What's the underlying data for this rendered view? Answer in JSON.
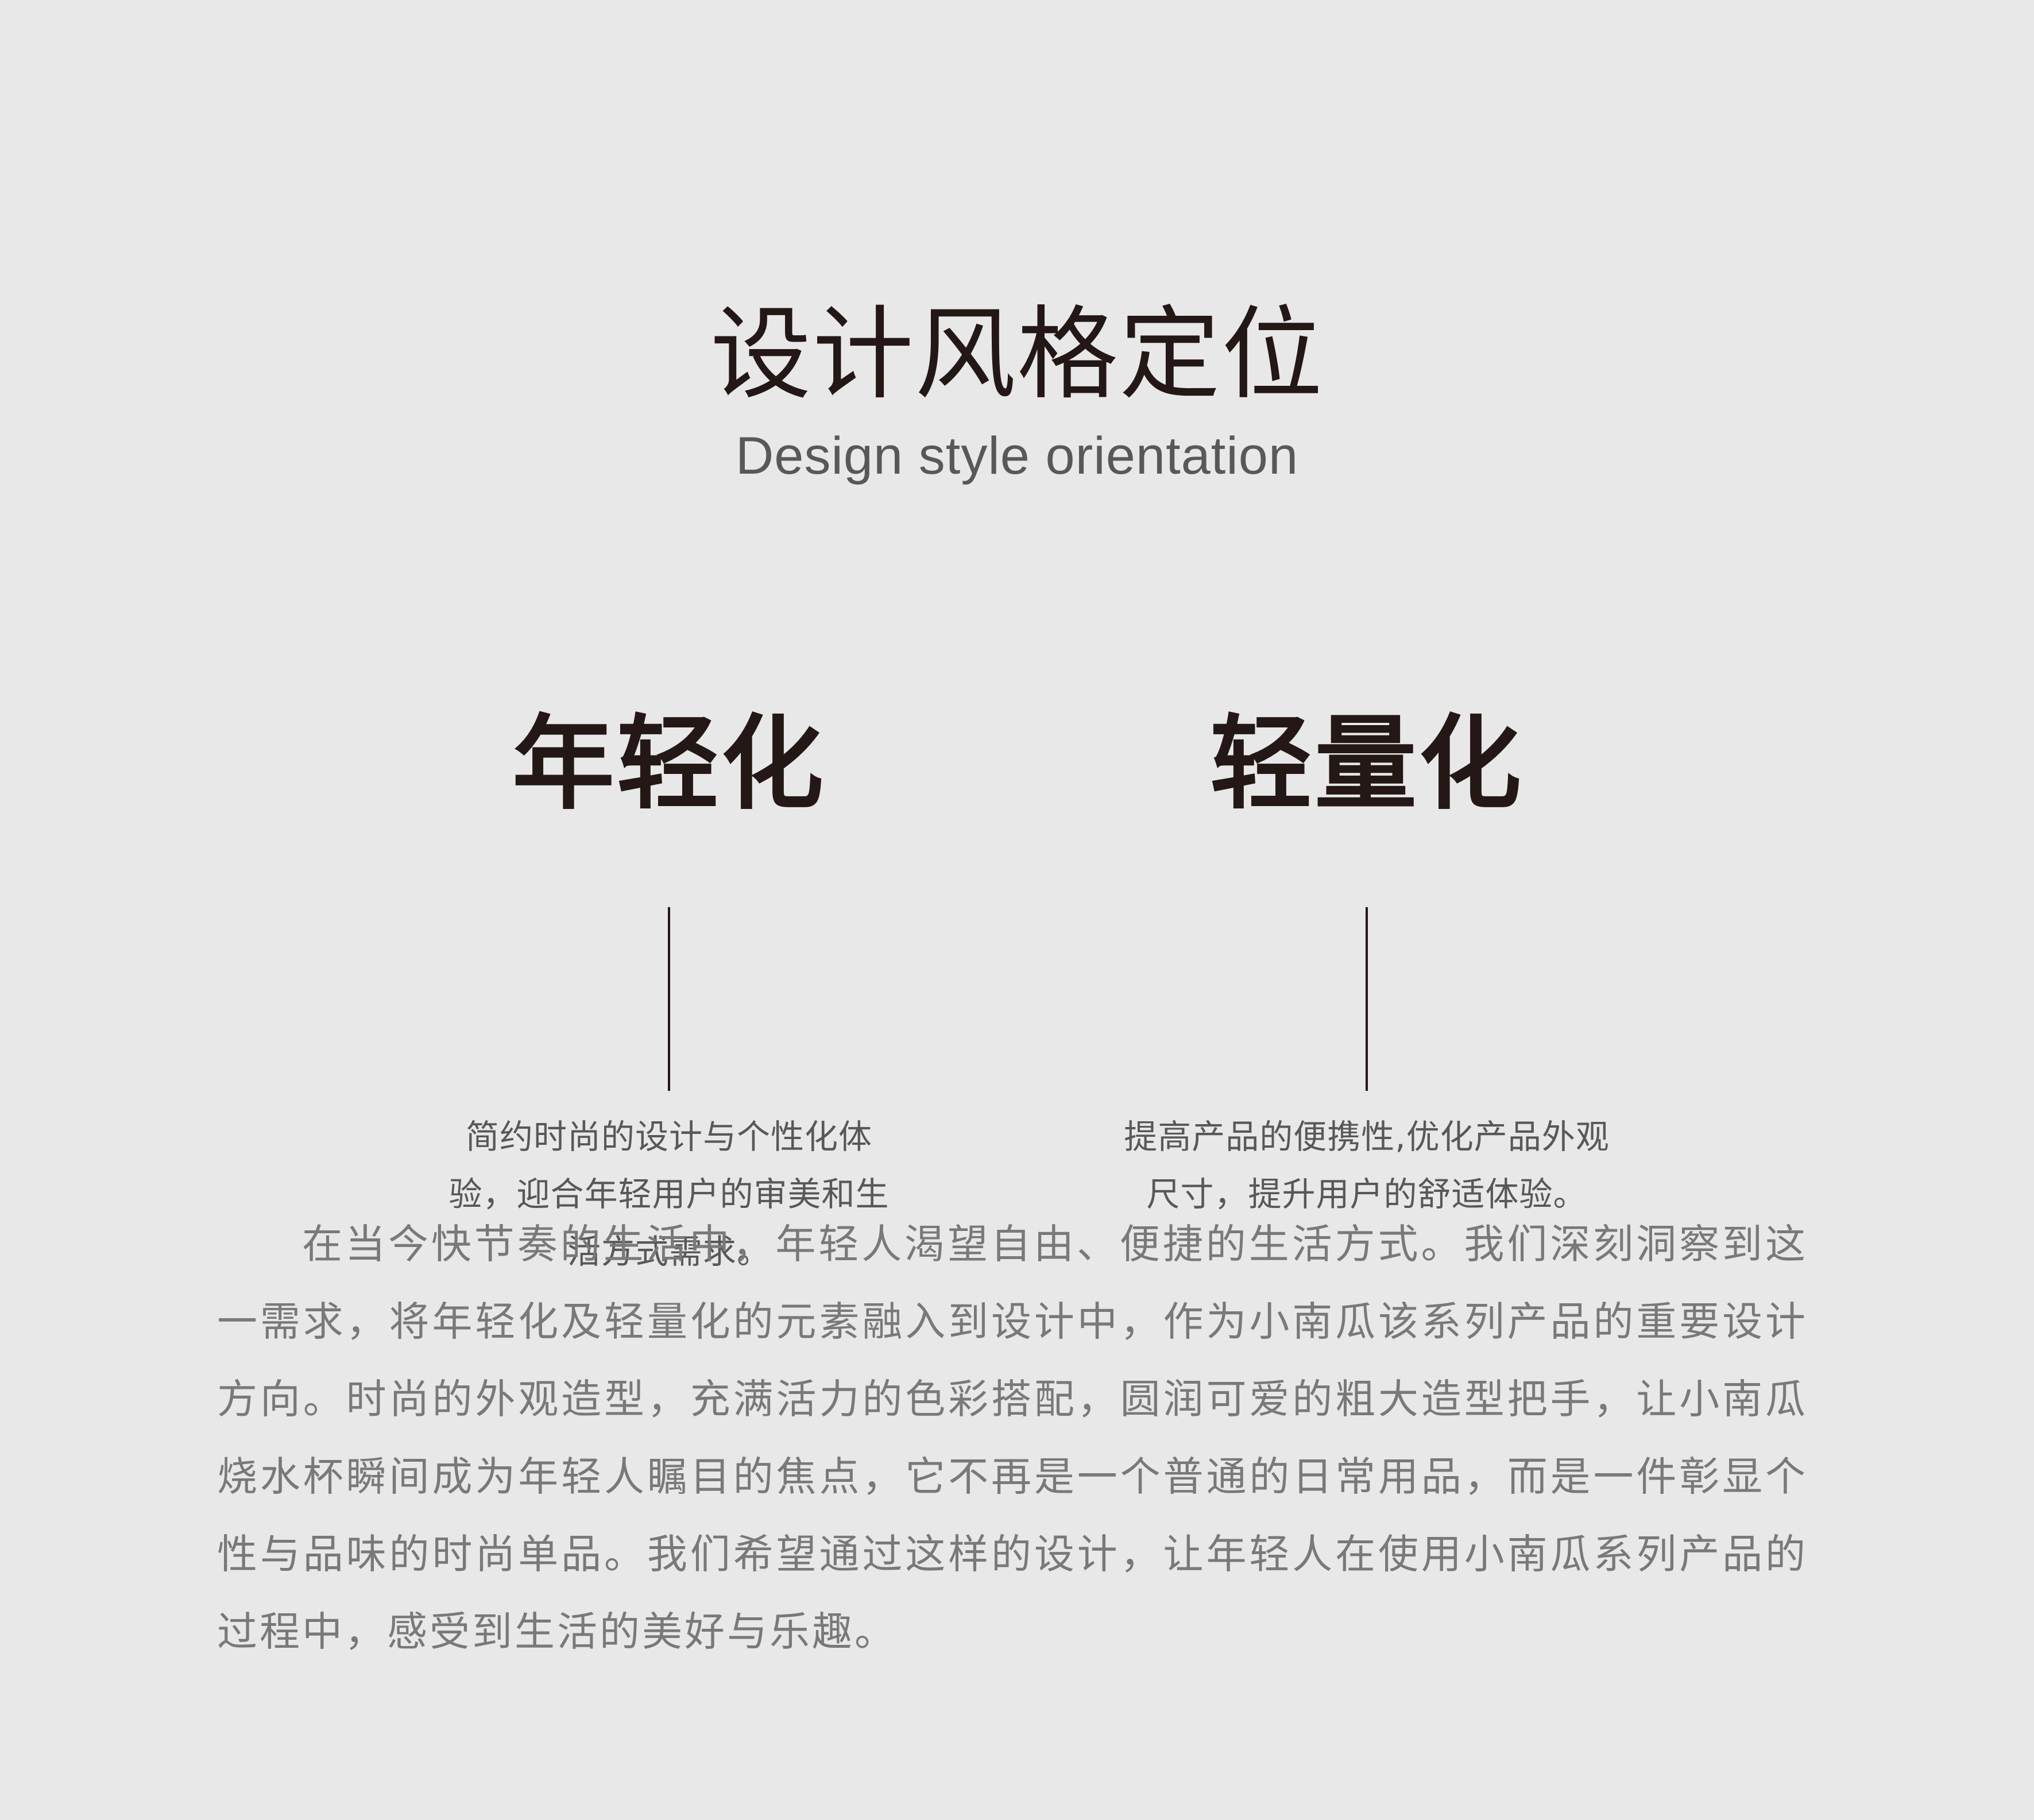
{
  "header": {
    "title": "设计风格定位",
    "subtitle": "Design style orientation"
  },
  "features": [
    {
      "heading": "年轻化",
      "description": "简约时尚的设计与个性化体验，迎合年轻用户的审美和生活方式需求。"
    },
    {
      "heading": "轻量化",
      "description": "提高产品的便携性,优化产品外观尺寸，提升用户的舒适体验。"
    }
  ],
  "body": {
    "paragraph": "在当今快节奏的生活中，年轻人渴望自由、便捷的生活方式。我们深刻洞察到这一需求，将年轻化及轻量化的元素融入到设计中，作为小南瓜该系列产品的重要设计方向。时尚的外观造型，充满活力的色彩搭配，圆润可爱的粗大造型把手，让小南瓜烧水杯瞬间成为年轻人瞩目的焦点，它不再是一个普通的日常用品，而是一件彰显个性与品味的时尚单品。我们希望通过这样的设计，让年轻人在使用小南瓜系列产品的过程中，感受到生活的美好与乐趣。"
  }
}
